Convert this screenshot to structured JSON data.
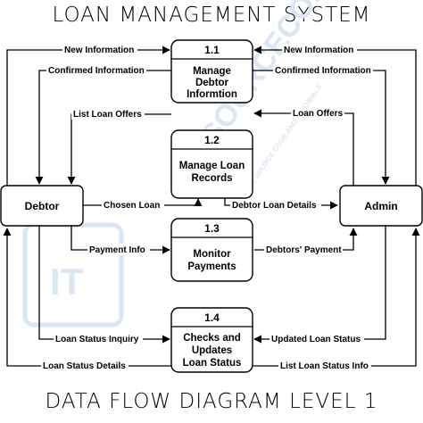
{
  "title": "LOAN MANAGEMENT SYSTEM",
  "subtitle": "DATA FLOW DIAGRAM LEVEL 1",
  "watermark": {
    "text": "ITSOURCECODE",
    "tagline": "FREE SOURCE CODE AND TUTORIALS"
  },
  "entities": {
    "debtor": "Debtor",
    "admin": "Admin"
  },
  "processes": [
    {
      "number": "1.1",
      "lines": [
        "Manage",
        "Debtor",
        "Informtion"
      ]
    },
    {
      "number": "1.2",
      "lines": [
        "Manage Loan",
        "Records"
      ]
    },
    {
      "number": "1.3",
      "lines": [
        "Monitor",
        "Payments"
      ]
    },
    {
      "number": "1.4",
      "lines": [
        "Checks and",
        "Updates",
        "Loan Status"
      ]
    }
  ],
  "flows": {
    "new_info_left": "New Information",
    "new_info_right": "New Information",
    "confirmed_left": "Confirmed Information",
    "confirmed_right": "Confirmed Information",
    "list_offers": "List Loan Offers",
    "loan_offers": "Loan Offers",
    "chosen_loan": "Chosen Loan",
    "debtor_details": "Debtor Loan Details",
    "payment_info": "Payment Info",
    "debtors_payment": "Debtors' Payment",
    "status_inquiry": "Loan Status Inquiry",
    "updated_status": "Updated Loan Status",
    "status_details": "Loan Status Details",
    "status_info": "List Loan Status Info"
  }
}
